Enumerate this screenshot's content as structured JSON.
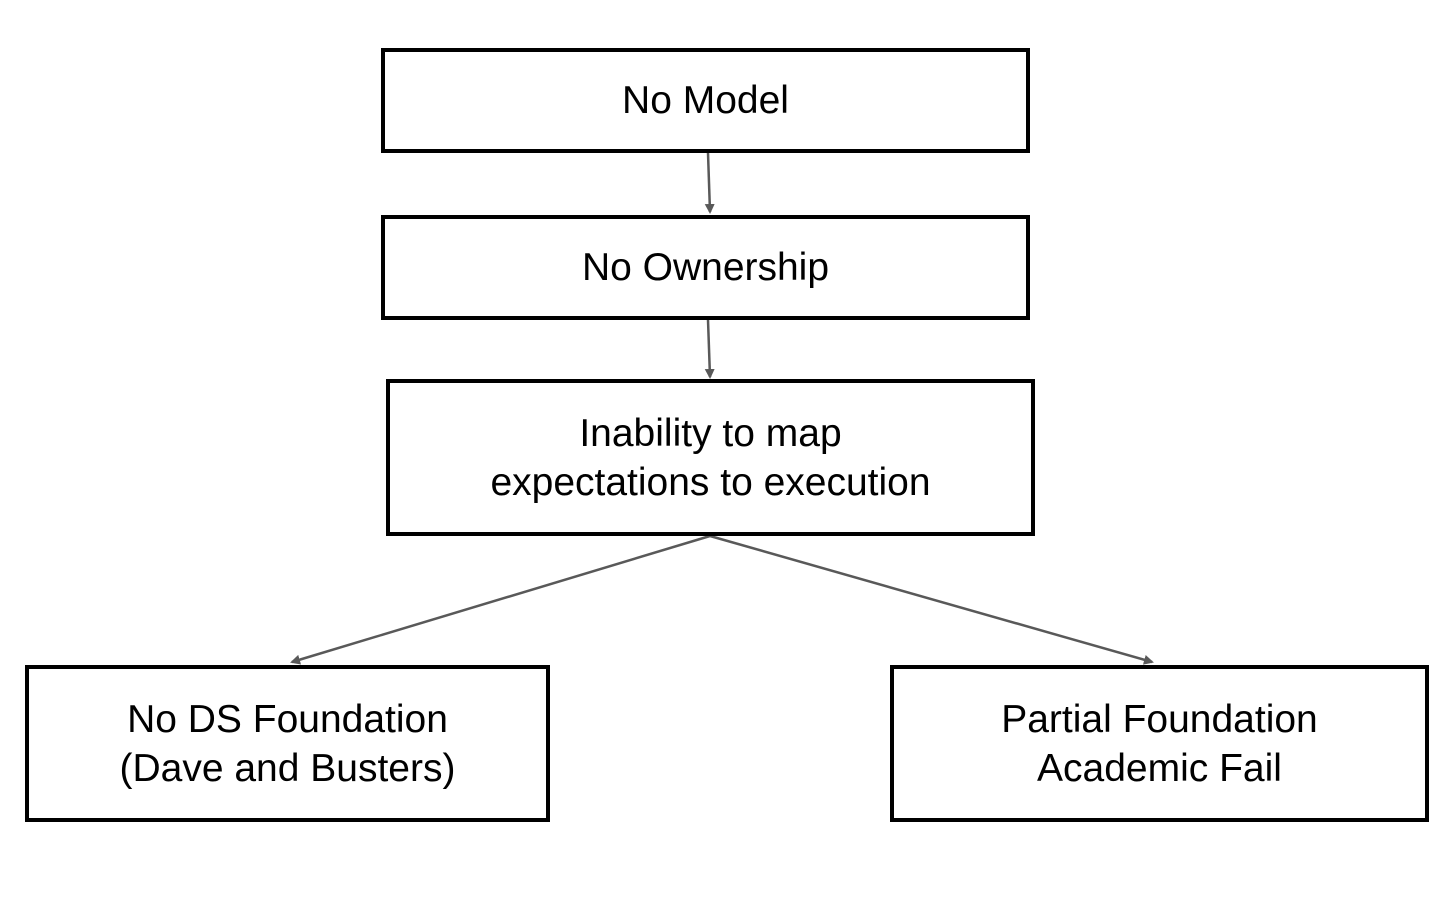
{
  "diagram": {
    "colors": {
      "box_border": "#000000",
      "arrow": "#595959",
      "text": "#000000",
      "background": "#ffffff"
    },
    "nodes": {
      "no_model": {
        "line1": "No Model"
      },
      "no_ownership": {
        "line1": "No Ownership"
      },
      "inability": {
        "line1": "Inability to map",
        "line2": "expectations to execution"
      },
      "no_ds_foundation": {
        "line1": "No DS Foundation",
        "line2": "(Dave and Busters)"
      },
      "partial_foundation": {
        "line1": "Partial Foundation",
        "line2": "Academic Fail"
      }
    },
    "edges": [
      {
        "from": "no_model",
        "to": "no_ownership"
      },
      {
        "from": "no_ownership",
        "to": "inability"
      },
      {
        "from": "inability",
        "to": "no_ds_foundation"
      },
      {
        "from": "inability",
        "to": "partial_foundation"
      }
    ]
  }
}
